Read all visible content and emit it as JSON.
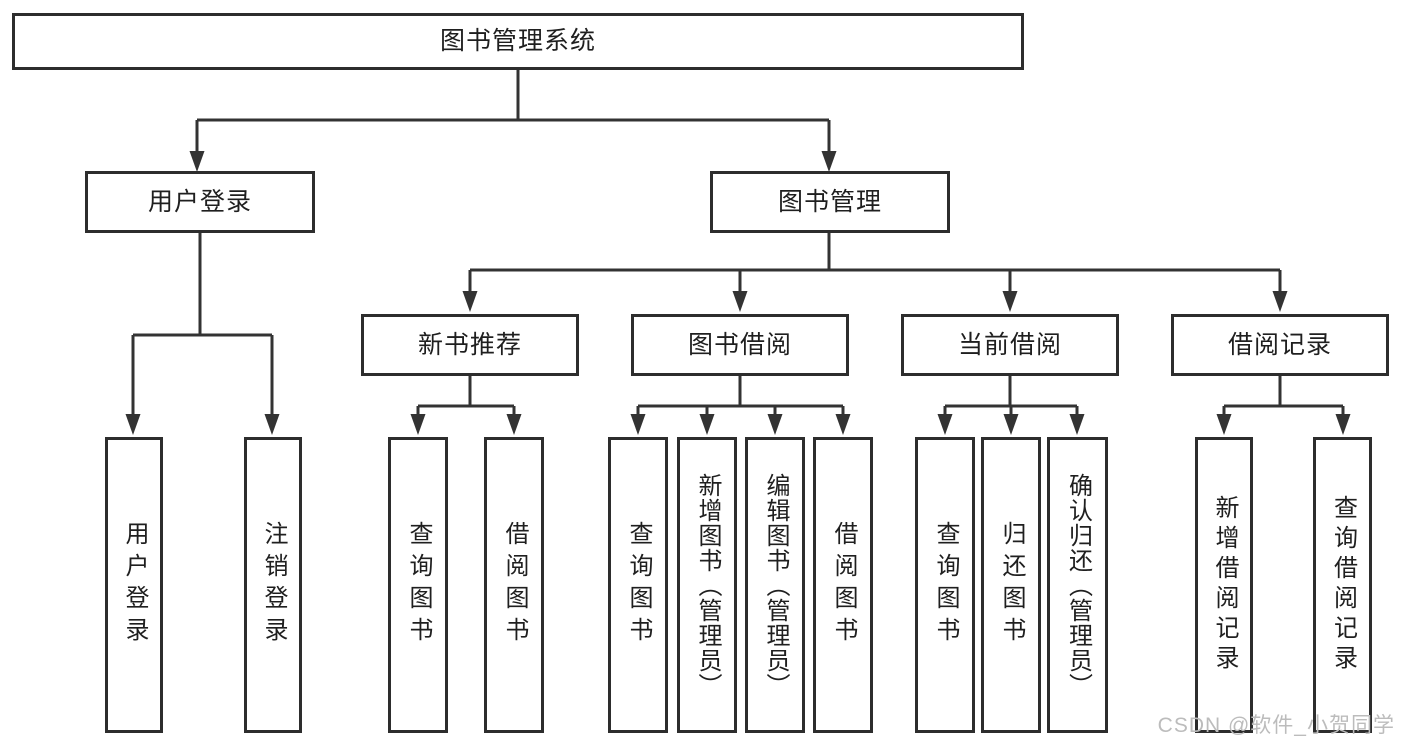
{
  "diagram": {
    "type": "hierarchy",
    "title": "图书管理系统",
    "nodes": {
      "root": "图书管理系统",
      "userLogin": "用户登录",
      "bookMgmt": "图书管理",
      "newBookRec": "新书推荐",
      "bookBorrow": "图书借阅",
      "currentBorrow": "当前借阅",
      "borrowRecords": "借阅记录",
      "leafUserLogin": "用户登录",
      "leafLogout": "注销登录",
      "leafQueryBook1": "查询图书",
      "leafBorrowBook1": "借阅图书",
      "leafQueryBook2": "查询图书",
      "leafAddBook": "新增图书（管理员）",
      "leafEditBook": "编辑图书（管理员）",
      "leafBorrowBook2": "借阅图书",
      "leafQueryBook3": "查询图书",
      "leafReturnBook": "归还图书",
      "leafConfirmReturn": "确认归还（管理员）",
      "leafAddRecord": "新增借阅记录",
      "leafQueryRecord": "查询借阅记录"
    },
    "tree": {
      "图书管理系统": {
        "用户登录": [
          "用户登录",
          "注销登录"
        ],
        "图书管理": {
          "新书推荐": [
            "查询图书",
            "借阅图书"
          ],
          "图书借阅": [
            "查询图书",
            "新增图书（管理员）",
            "编辑图书（管理员）",
            "借阅图书"
          ],
          "当前借阅": [
            "查询图书",
            "归还图书",
            "确认归还（管理员）"
          ],
          "借阅记录": [
            "新增借阅记录",
            "查询借阅记录"
          ]
        }
      }
    },
    "colors": {
      "line": "#333333",
      "border": "#2d2d2d",
      "text": "#1f1f1f",
      "background": "#ffffff",
      "watermark": "#bcbcbc"
    }
  },
  "watermark": "CSDN @软件_小贺同学"
}
